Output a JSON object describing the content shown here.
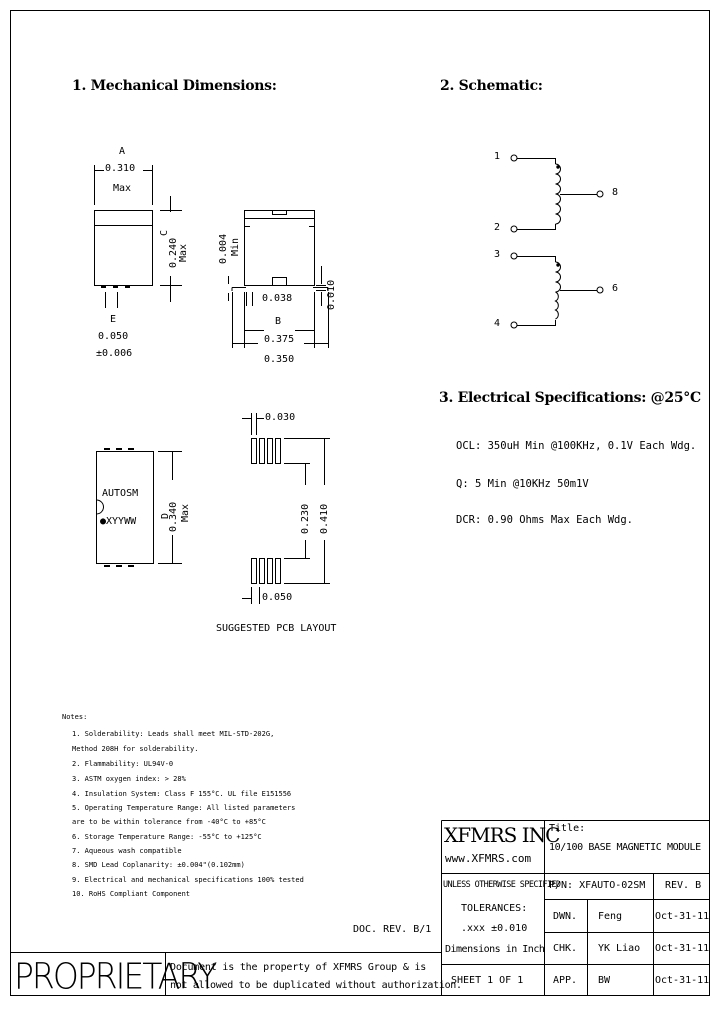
{
  "sections": {
    "mechanical": "1. Mechanical Dimensions:",
    "schematic": "2. Schematic:",
    "electrical": "3. Electrical Specifications: @25°C"
  },
  "dims": {
    "a_label": "A",
    "a_value": "0.310",
    "a_max": "Max",
    "c_label": "C",
    "c_value": "0.240",
    "c_max": "Max",
    "min_value": "0.004",
    "min_label": "Min",
    "lead_width": "0.038",
    "lead_height": "0.010",
    "e_label": "E",
    "e_value": "0.050",
    "e_tol": "±0.006",
    "b_label": "B",
    "b_value1": "0.375",
    "b_value2": "0.350",
    "d_label": "D",
    "d_value": "0.340",
    "d_max": "Max",
    "marking1": "AUTOSM",
    "marking2": "●XYYWW",
    "pad_width": "0.030",
    "pad_span_inner": "0.230",
    "pad_span_outer": "0.410",
    "pad_pitch": "0.050",
    "pcb_caption": "SUGGESTED PCB LAYOUT"
  },
  "schematic": {
    "pins": [
      "1",
      "2",
      "3",
      "4",
      "8",
      "6"
    ]
  },
  "specs": [
    "OCL: 350uH Min @100KHz, 0.1V Each Wdg.",
    "Q: 5 Min @10KHz 50m1V",
    "DCR: 0.90 Ohms Max Each Wdg."
  ],
  "notes": {
    "title": "Notes:",
    "lines": [
      "1. Solderability: Leads shall meet MIL-STD-202G,",
      "   Method 208H for solderability.",
      "2. Flammability: UL94V-0",
      "3. ASTM oxygen index: > 28%",
      "4. Insulation System: Class F 155°C. UL file E151556",
      "5. Operating Temperature Range: All listed parameters",
      "   are to be within tolerance from -40°C to +85°C",
      "6. Storage Temperature Range: -55°C to +125°C",
      "7. Aqueous wash compatible",
      "8. SMD Lead Coplanarity: ±0.004\"(0.102mm)",
      "9. Electrical and mechanical specifications 100% tested",
      "10. RoHS Compliant Component"
    ]
  },
  "title_block": {
    "company": "XFMRS INC",
    "website": "www.XFMRS.com",
    "title_label": "Title:",
    "title": "10/100 BASE MAGNETIC MODULE",
    "tol_header": "UNLESS OTHERWISE SPECIFIED",
    "tol_label": "TOLERANCES:",
    "tol_value": ".xxx ±0.010",
    "dims_in": "Dimensions in Inch",
    "pn": "P/N: XFAUTO-02SM",
    "rev": "REV. B",
    "dwn_label": "DWN.",
    "dwn_name": "Feng",
    "dwn_date": "Oct-31-11",
    "chk_label": "CHK.",
    "chk_name": "YK Liao",
    "chk_date": "Oct-31-11",
    "app_label": "APP.",
    "app_name": "BW",
    "app_date": "Oct-31-11",
    "sheet": "SHEET 1 OF 1",
    "doc_rev": "DOC. REV. B/1",
    "proprietary": "PROPRIETARY",
    "prop_line1": "Document is the property of XFMRS Group & is",
    "prop_line2": "not allowed to be duplicated without authorization."
  }
}
